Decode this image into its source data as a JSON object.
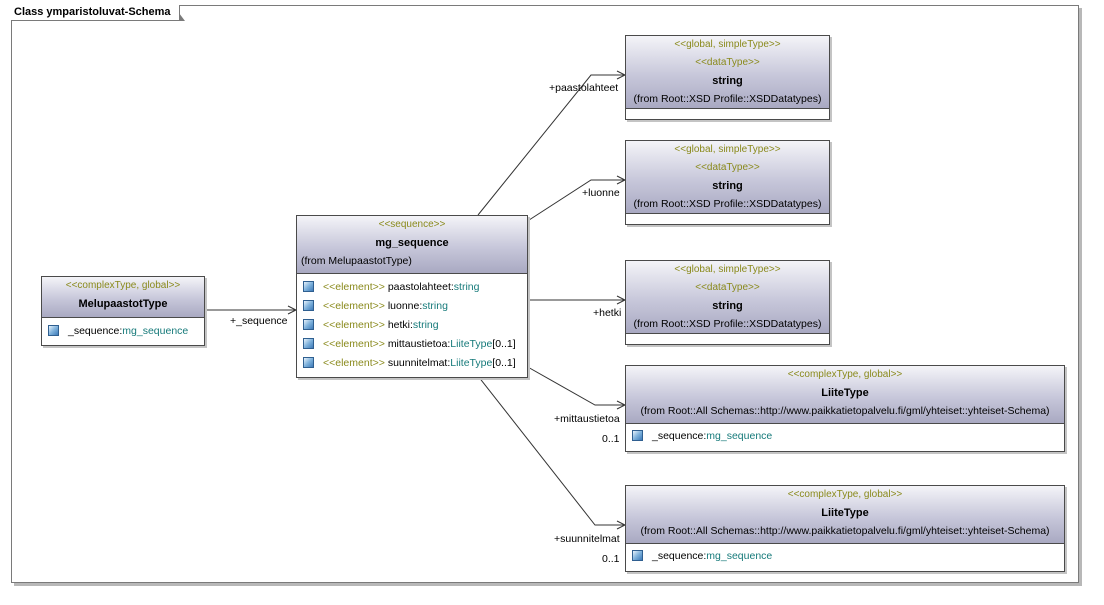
{
  "frame": {
    "title": "Class ymparistoluvat-Schema"
  },
  "meluType": {
    "stereotype": "<<complexType, global>>",
    "name": "MelupaastotType",
    "attrs": [
      {
        "name": "_sequence:",
        "type": "mg_sequence"
      }
    ]
  },
  "mgSequence": {
    "stereotype": "<<sequence>>",
    "name": "mg_sequence",
    "from": "(from MelupaastotType)",
    "attrs": [
      {
        "stereo": "<<element>>",
        "name": "paastolahteet:",
        "type": "string",
        "mult": ""
      },
      {
        "stereo": "<<element>>",
        "name": "luonne:",
        "type": "string",
        "mult": ""
      },
      {
        "stereo": "<<element>>",
        "name": "hetki:",
        "type": "string",
        "mult": ""
      },
      {
        "stereo": "<<element>>",
        "name": "mittaustietoa:",
        "type": "LiiteType",
        "mult": "[0..1]"
      },
      {
        "stereo": "<<element>>",
        "name": "suunnitelmat:",
        "type": "LiiteType",
        "mult": "[0..1]"
      }
    ]
  },
  "stringBoxes": [
    {
      "stereotype1": "<<global, simpleType>>",
      "stereotype2": "<<dataType>>",
      "name": "string",
      "from": "(from Root::XSD Profile::XSDDatatypes)"
    },
    {
      "stereotype1": "<<global, simpleType>>",
      "stereotype2": "<<dataType>>",
      "name": "string",
      "from": "(from Root::XSD Profile::XSDDatatypes)"
    },
    {
      "stereotype1": "<<global, simpleType>>",
      "stereotype2": "<<dataType>>",
      "name": "string",
      "from": "(from Root::XSD Profile::XSDDatatypes)"
    }
  ],
  "liiteBoxes": [
    {
      "stereotype": "<<complexType, global>>",
      "name": "LiiteType",
      "from": "(from Root::All Schemas::http://www.paikkatietopalvelu.fi/gml/yhteiset::yhteiset-Schema)",
      "attrName": "_sequence:",
      "attrType": "mg_sequence"
    },
    {
      "stereotype": "<<complexType, global>>",
      "name": "LiiteType",
      "from": "(from Root::All Schemas::http://www.paikkatietopalvelu.fi/gml/yhteiset::yhteiset-Schema)",
      "attrName": "_sequence:",
      "attrType": "mg_sequence"
    }
  ],
  "roles": {
    "sequence": "+_sequence",
    "paastolahteet": "+paastolahteet",
    "luonne": "+luonne",
    "hetki": "+hetki",
    "mittaustietoa": "+mittaustietoa",
    "mittaustietoaMult": "0..1",
    "suunnitelmat": "+suunnitelmat",
    "suunnitelmatMult": "0..1"
  }
}
